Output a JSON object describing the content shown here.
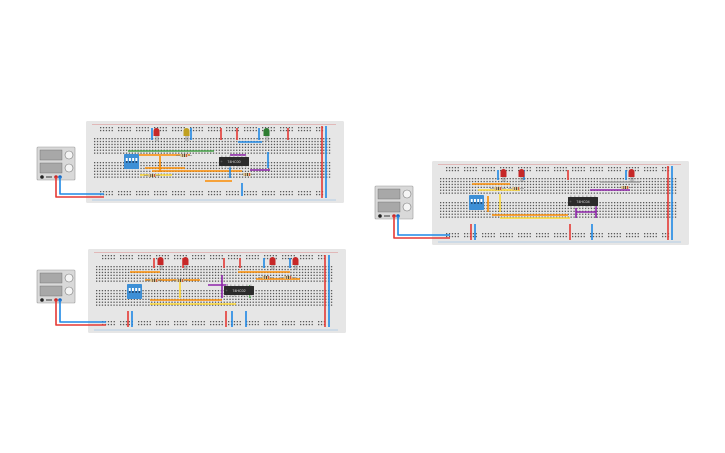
{
  "workspace": {
    "background": "#ffffff",
    "colors": {
      "breadboard": "#e6e6e6",
      "hole": "#5a5a5a",
      "rail_red": "#d32f2f",
      "rail_blue": "#1e88e5",
      "wire_red": "#e53935",
      "wire_blue": "#1e88e5",
      "wire_orange": "#fb8c00",
      "wire_yellow": "#fdd835",
      "wire_green": "#43a047",
      "wire_purple": "#8e24aa",
      "wire_gray": "#9e9e9e",
      "led_red": "#c62828",
      "led_yellow": "#c0a020",
      "led_green": "#2e7d32",
      "dip_switch": "#3d8fd6",
      "chip": "#2b2b2b",
      "resistor": "#d7c08a",
      "power_supply": "#d9d9d9"
    }
  },
  "circuits": [
    {
      "name": "circuit-top-left",
      "chip_label": "74HC00",
      "leds": [
        "red",
        "yellow",
        "green"
      ]
    },
    {
      "name": "circuit-bottom-left",
      "chip_label": "74HC02",
      "leds": [
        "red",
        "red",
        "red",
        "red"
      ]
    },
    {
      "name": "circuit-right",
      "chip_label": "74HC04",
      "leds": [
        "red",
        "red",
        "red"
      ]
    }
  ],
  "icons": [
    "power-supply-icon",
    "dip-switch-icon",
    "led-icon",
    "resistor-icon",
    "ic-chip-icon"
  ]
}
